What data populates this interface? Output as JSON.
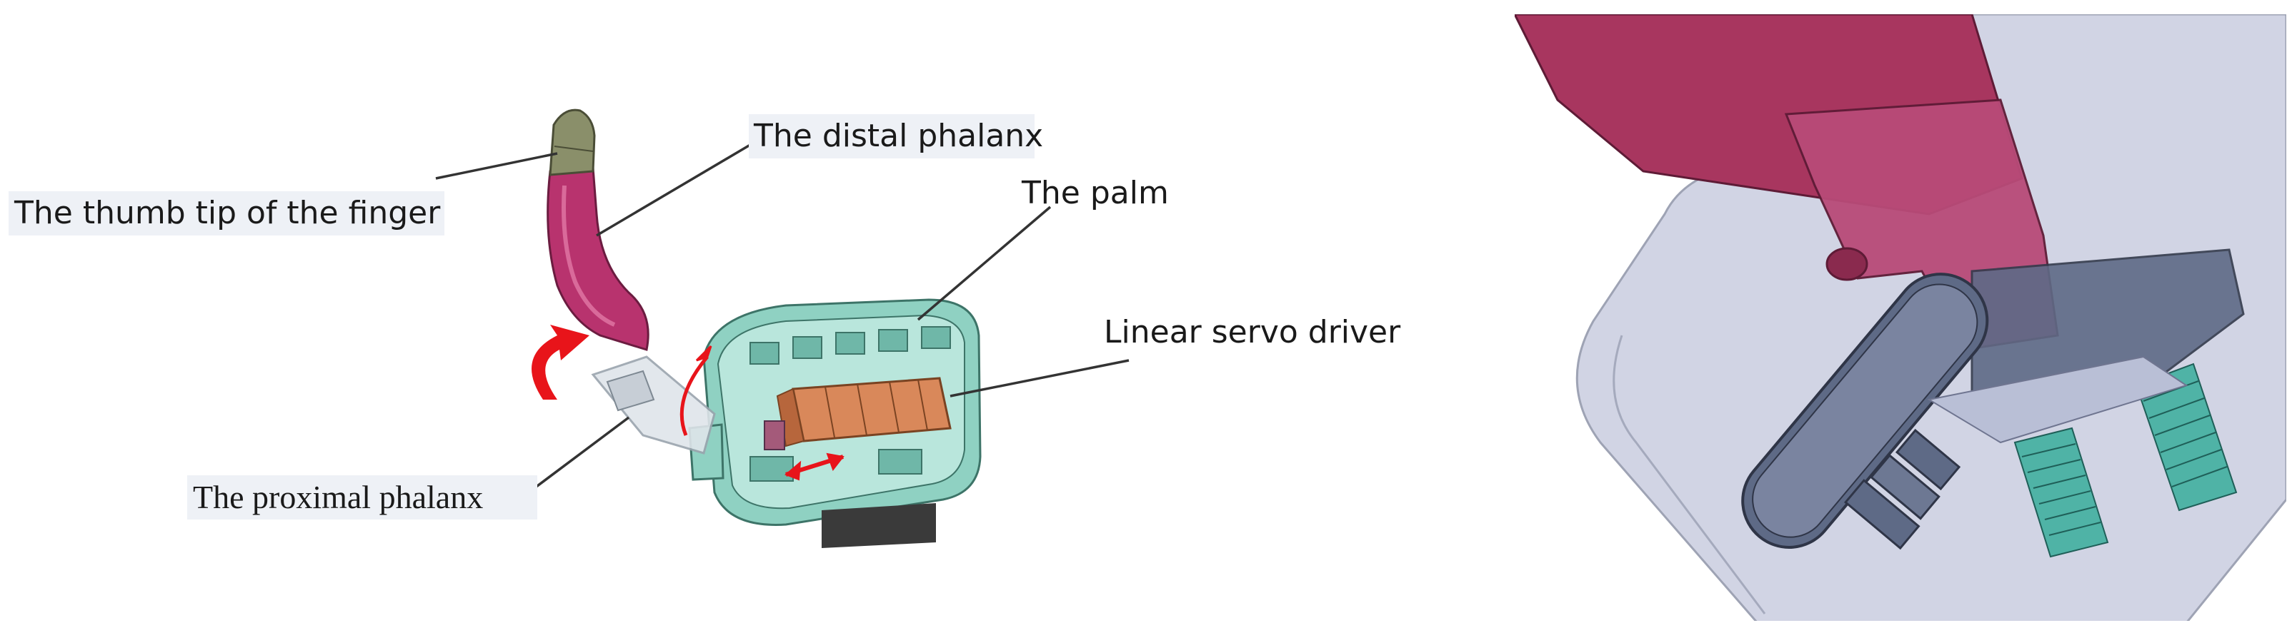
{
  "figure": {
    "left_panel": {
      "labels": {
        "thumb_tip": "The thumb tip of the finger",
        "distal": "The distal phalanx",
        "palm": "The palm",
        "servo": "Linear servo driver",
        "proximal": "The proximal phalanx"
      }
    },
    "colors": {
      "finger": "#b8336e",
      "finger_tip": "#8a8f6a",
      "palm_frame": "#8fd1c2",
      "servo": "#d9885a",
      "arrow": "#e8141a",
      "detail_pink": "#a8365f",
      "detail_glass": "#c9cde0",
      "detail_slate": "#5e6a86",
      "detail_teal": "#4fb3a6"
    }
  }
}
